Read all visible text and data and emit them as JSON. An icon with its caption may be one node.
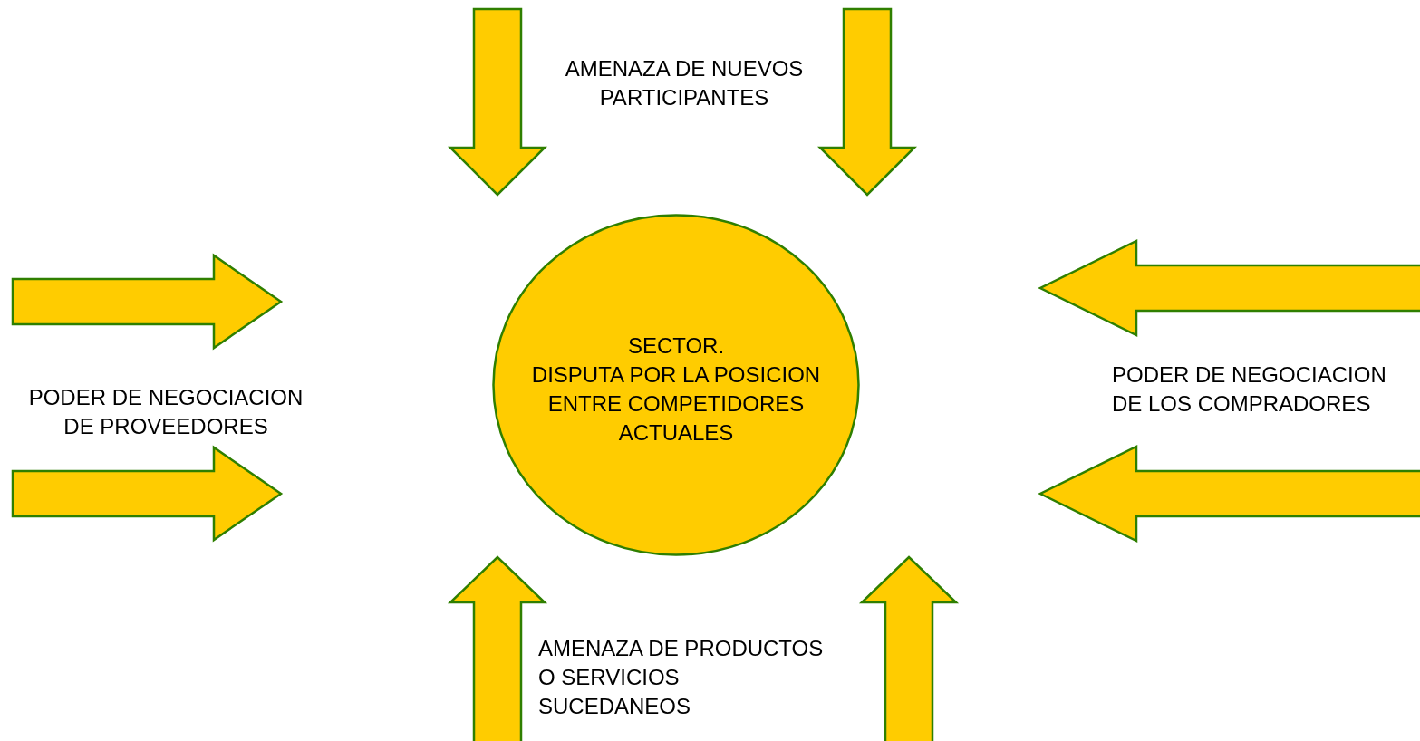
{
  "diagram": {
    "nodes": [
      {
        "text": [
          "SECTOR.",
          "DISPUTA POR LA POSICION ENTRE COMPETIDORES ACTUALES"
        ]
      }
    ],
    "labels": [
      "AMENAZA DE NUEVOS PARTICIPANTES",
      "PODER DE NEGOCIACION DE PROVEEDORES",
      "PODER DE NEGOCIACION DE LOS COMPRADORES",
      "AMENAZA DE PRODUCTOS O SERVICIOS SUCEDANEOS"
    ]
  }
}
